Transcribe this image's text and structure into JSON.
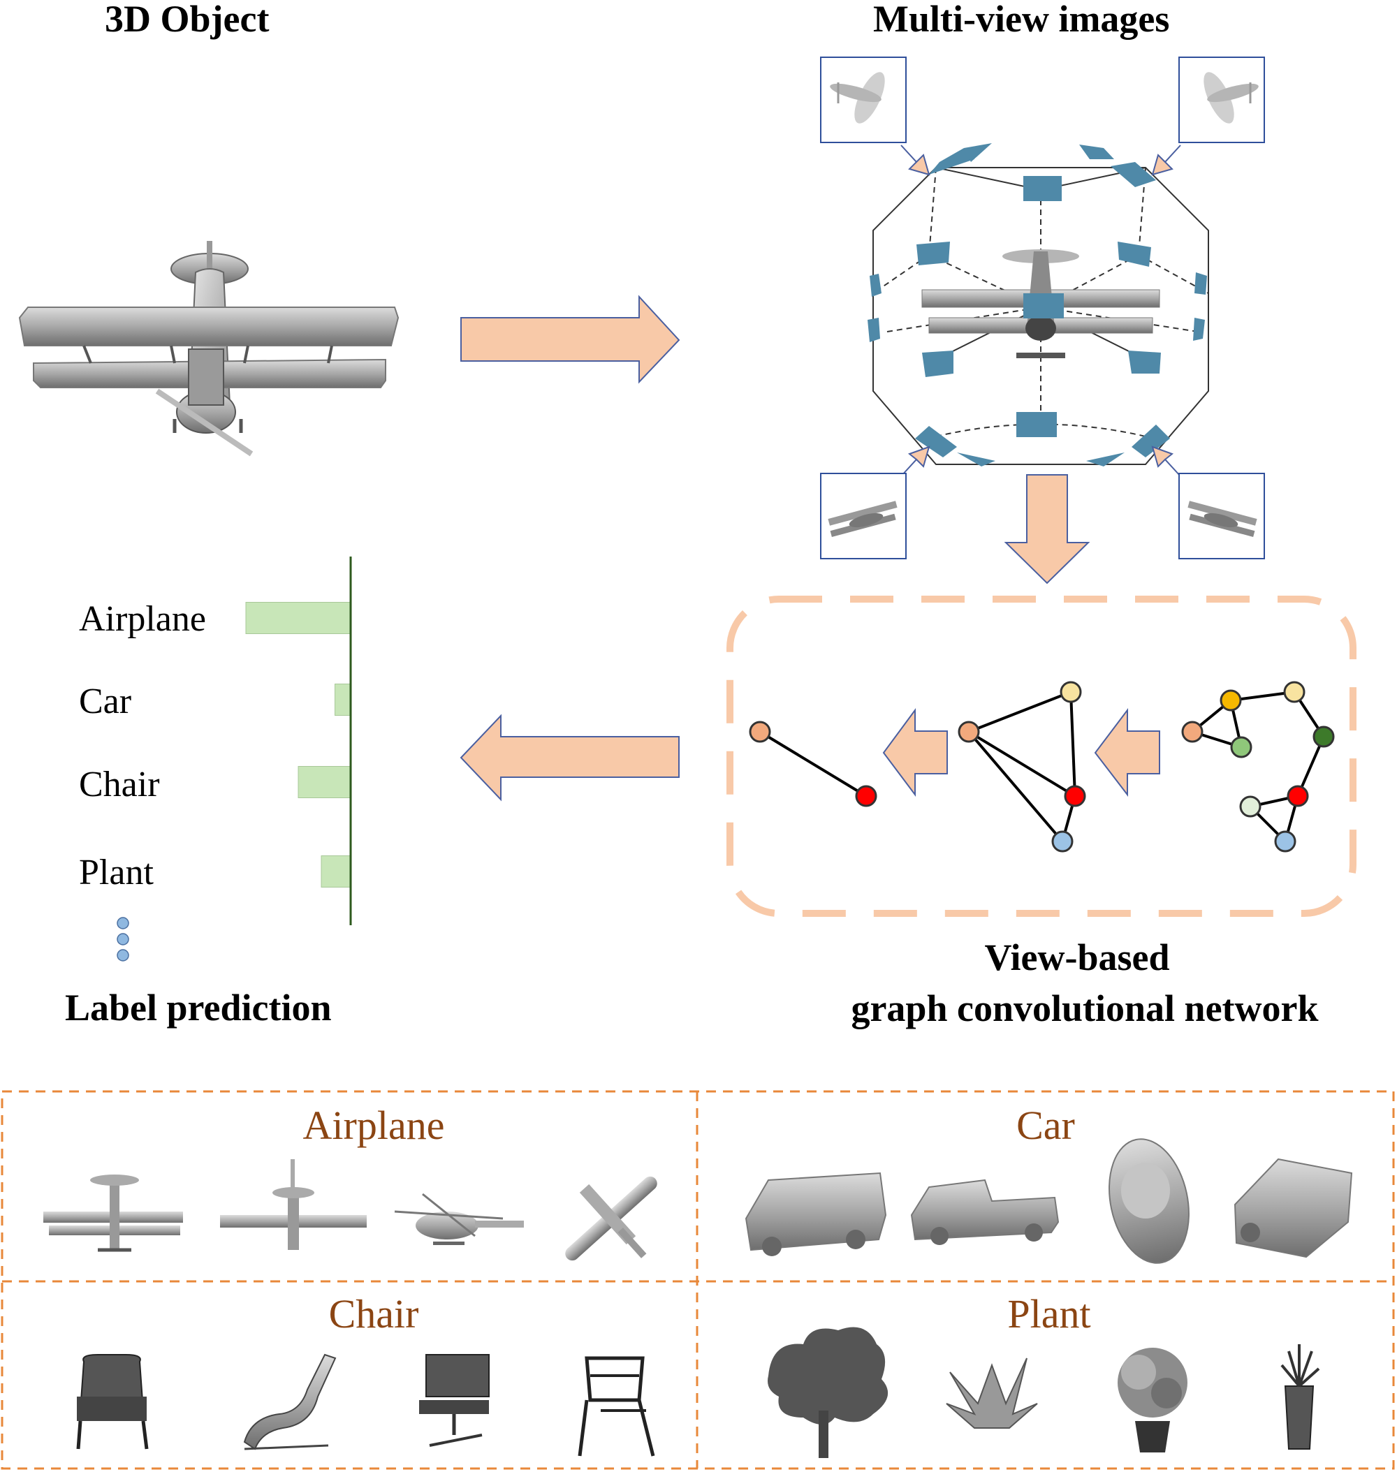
{
  "titles": {
    "object": "3D Object",
    "multiview": "Multi-view images",
    "gcn_line1": "View-based",
    "gcn_line2": "graph convolutional network",
    "prediction": "Label prediction"
  },
  "prediction": {
    "labels": [
      "Airplane",
      "Car",
      "Chair",
      "Plant"
    ],
    "scores": [
      1.0,
      0.15,
      0.5,
      0.28
    ],
    "bar_color": "#c8e6b8",
    "axis_color": "#2d5a1e",
    "ellipsis_color": "#8fb8e0"
  },
  "categories": {
    "airplane": "Airplane",
    "car": "Car",
    "chair": "Chair",
    "plant": "Plant"
  },
  "colors": {
    "arrow_fill": "#f8c9a8",
    "arrow_stroke": "#4a5fa0",
    "view_plate": "#4f89a8",
    "dashed_box": "#f8c9a8",
    "category_frame": "#e8883a",
    "category_text": "#8B4513"
  },
  "graph_nodes": {
    "colors": [
      "#f2a97d",
      "#ff0000",
      "#f8e3a0",
      "#9cc3e6",
      "#f5b800",
      "#8fc77a",
      "#3d7a2a",
      "#e2efda"
    ]
  }
}
